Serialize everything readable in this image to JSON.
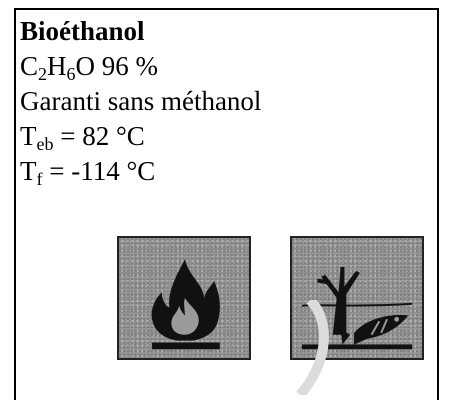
{
  "label": {
    "title": "Bioéthanol",
    "formula": {
      "c": "C",
      "c_sub": "2",
      "h": "H",
      "h_sub": "6",
      "o": "O",
      "purity": " 96 %"
    },
    "guarantee": "Garanti sans méthanol",
    "boiling_point": {
      "symbol": "T",
      "sub": "eb",
      "value": " = 82 °C"
    },
    "melting_point": {
      "symbol": "T",
      "sub": "f",
      "value": " = -114 °C"
    }
  },
  "pictograms": [
    {
      "name": "flame-icon"
    },
    {
      "name": "environment-hazard-icon"
    }
  ],
  "colors": {
    "border": "#000000",
    "pictogram_bg": "#9a9a9a",
    "pictogram_symbol": "#111111"
  }
}
